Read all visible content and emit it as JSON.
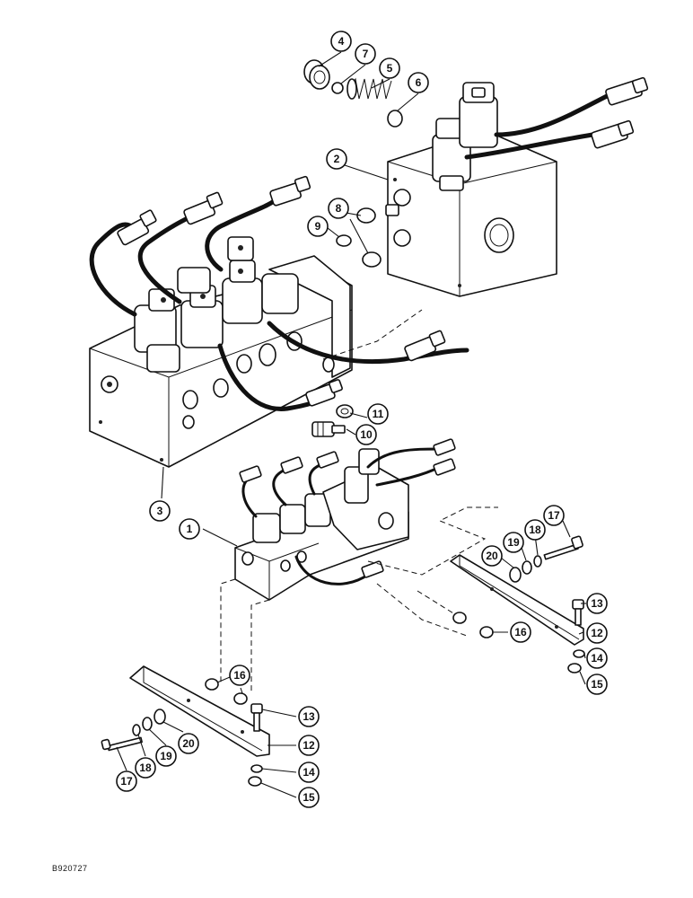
{
  "figure_code": "B920727",
  "callouts": [
    "1",
    "2",
    "3",
    "4",
    "5",
    "6",
    "7",
    "8",
    "9",
    "10",
    "11",
    "12",
    "13",
    "14",
    "15",
    "16",
    "17",
    "18",
    "19",
    "20"
  ]
}
